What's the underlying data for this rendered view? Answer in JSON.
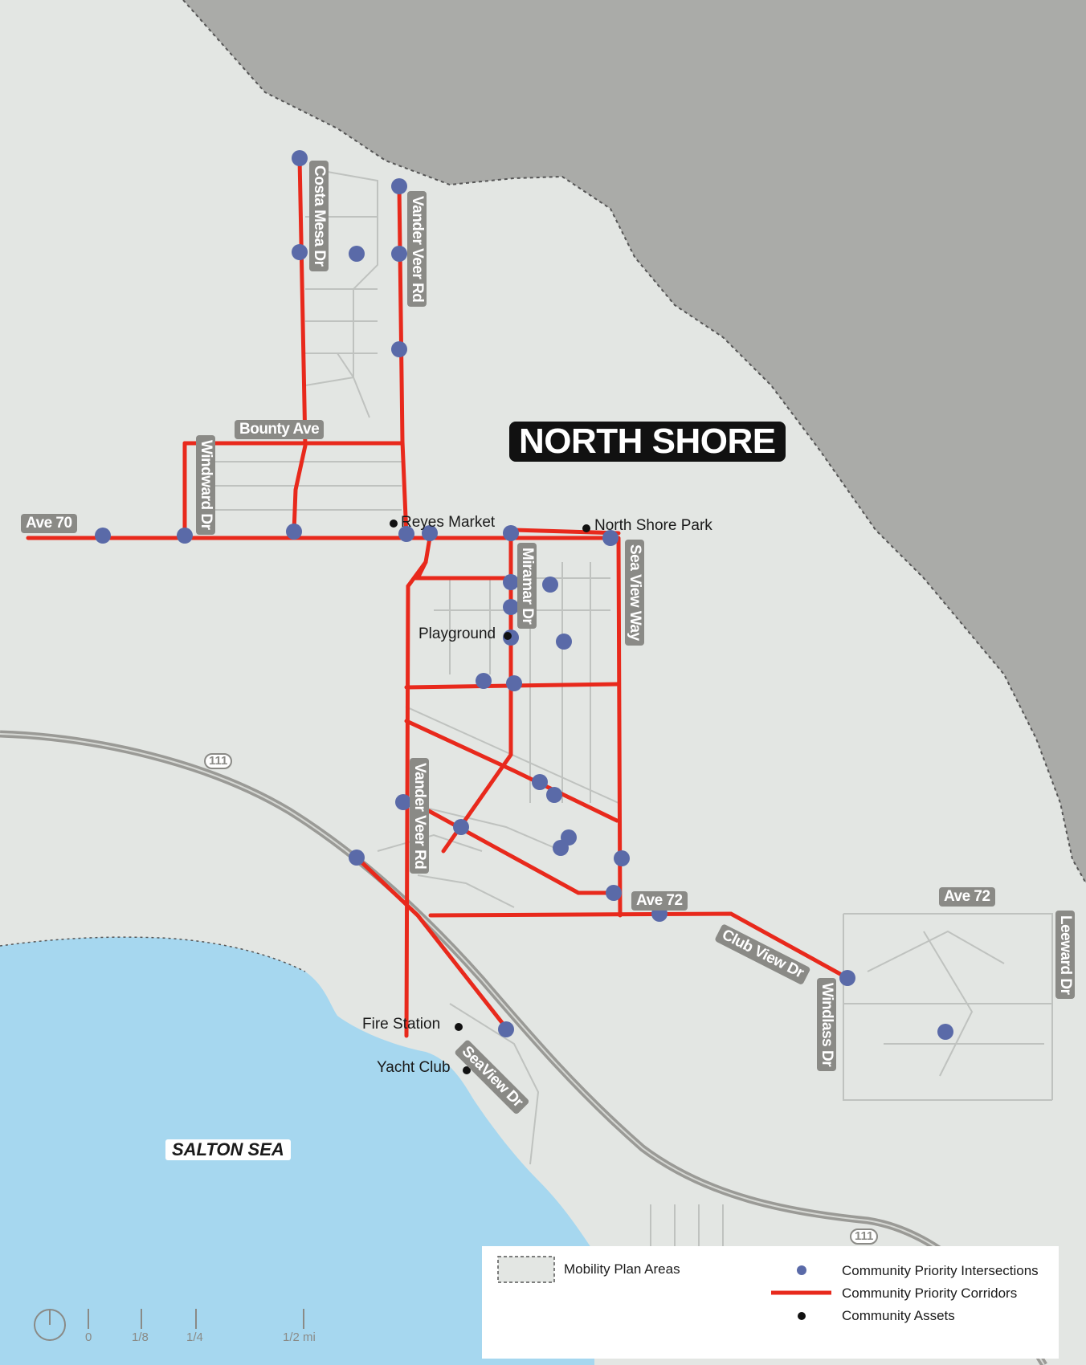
{
  "map_title": "NORTH SHORE",
  "water_label": "SALTON SEA",
  "highway_shields": [
    "111",
    "111"
  ],
  "street_labels": {
    "costa_mesa": "Costa Mesa Dr",
    "vander_veer_north": "Vander Veer Rd",
    "bounty": "Bounty Ave",
    "windward": "Windward Dr",
    "ave70": "Ave 70",
    "miramar": "Miramar Dr",
    "sea_view_way": "Sea View Way",
    "vander_veer_south": "Vander Veer Rd",
    "ave72_a": "Ave 72",
    "ave72_b": "Ave 72",
    "club_view": "Club View Dr",
    "windlass": "Windlass Dr",
    "leeward": "Leeward Dr",
    "seaview_dr": "SeaView Dr"
  },
  "community_assets": {
    "reyes_market": "Reyes Market",
    "north_shore_park": "North Shore Park",
    "playground": "Playground",
    "fire_station": "Fire Station",
    "yacht_club": "Yacht Club"
  },
  "legend": {
    "mobility_plan_areas": "Mobility Plan Areas",
    "priority_intersections": "Community Priority Intersections",
    "priority_corridors": "Community Priority Corridors",
    "community_assets": "Community Assets"
  },
  "scale_bar": [
    "0",
    "1/8",
    "1/4",
    "1/2 mi"
  ],
  "colors": {
    "corridor": "#e8291c",
    "intersection": "#5a6aa8",
    "upland": "#aaaba8",
    "plan_area": "#e3e6e3",
    "water": "#a6d7ef",
    "label_pill": "#8a8a86"
  }
}
